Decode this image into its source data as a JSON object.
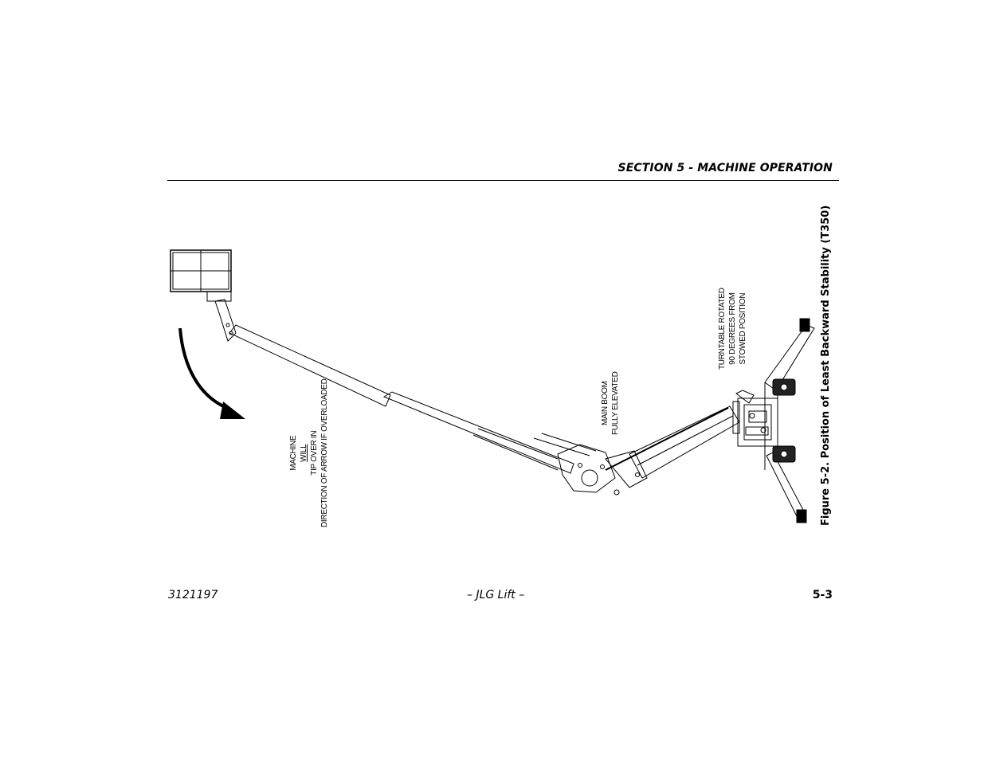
{
  "header": {
    "section_title": "SECTION 5 - MACHINE OPERATION"
  },
  "figure": {
    "caption": "Figure 5-2. Position of Least Backward Stability (T350)",
    "label_tip_prefix": "MACHINE ",
    "label_tip_will": "WILL",
    "label_tip_suffix": " TIP OVER IN",
    "label_tip_line2": "DIRECTION OF ARROW IF OVERLOADED",
    "label_boom_line1": "MAIN BOOM",
    "label_boom_line2": "FULLY ELEVATED",
    "label_turntable_line1": "TURNTABLE ROTATED",
    "label_turntable_line2": "90 DEGREES FROM",
    "label_turntable_line3": "STOWED POSITION"
  },
  "footer": {
    "doc_number": "3121197",
    "center": "– JLG Lift –",
    "page": "5-3"
  }
}
